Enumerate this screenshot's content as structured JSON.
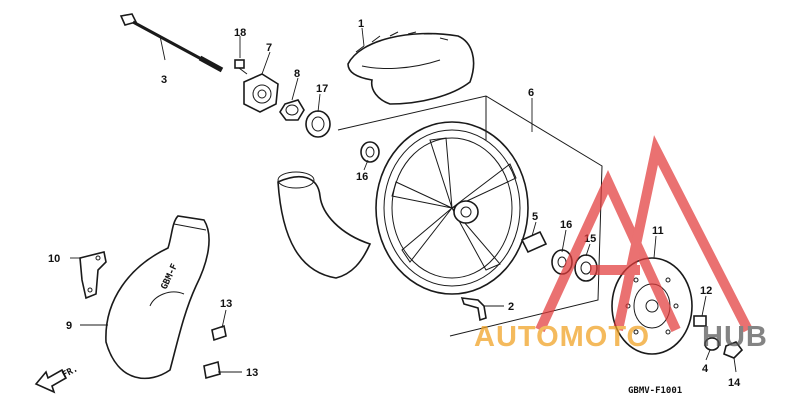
{
  "diagram": {
    "code": "GBMV-F1001",
    "direction_label": "FR.",
    "callouts": [
      "1",
      "3",
      "18",
      "7",
      "8",
      "17",
      "6",
      "16",
      "5",
      "16",
      "15",
      "11",
      "10",
      "9",
      "13",
      "13",
      "2",
      "12",
      "4",
      "14"
    ]
  },
  "watermark": {
    "word_left": "AUTOMOTO",
    "word_right": "HUB",
    "color_red": "#e23b3b",
    "color_orange": "#f0a020",
    "color_gray": "#555555"
  }
}
